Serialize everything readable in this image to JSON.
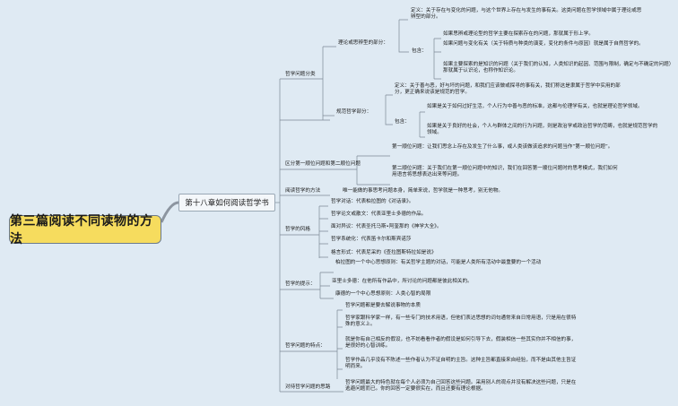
{
  "root": "第三篇阅读不同读物的方法",
  "chapter": "第十八章如何阅读哲学书",
  "branches": {
    "classify": {
      "label": "哲学问题分类",
      "theory": {
        "label": "理论或思辨型的部分：",
        "definition": "定义：关于存在与变化的问题，与这个世界上存在与发生的事有关。这类问题在哲学领域中属于理论或思辨型的部分。",
        "contains": "包含：",
        "items": [
          "如果思辨或理论型的哲学主要在探索存在的问题，那就属于形上学。",
          "如果问题与变化有关（关于特质与种类的演变，变化的条件与原因）就是属于自然哲学的。",
          "如果主要探索的是知识的问题（关于我们的认知，人类知识的起因、范围与限制，确定与不确定的问题）那就属于认识论，也称作知识论。"
        ]
      },
      "normative": {
        "label": "规范哲学部分：",
        "definition": "定义：关于善与恶，好与坏的问题，和我们应该做或探寻的事有关，我们称这是隶属于哲学中实用的部分，更正确来说该是规范的哲学。",
        "contains": "包含：",
        "items": [
          "如果是关于如何过好生活，个人行为中善与恶的标准，这都与伦理学有关，也就是理论哲学领域。",
          "如果是关于良好的社会，个人与群体之间的行为问题，则是政治学或政治哲学的范畴，也就是规范哲学的领域。"
        ]
      }
    },
    "distinguish": {
      "label": "区分第一顺位问题和第二顺位问题",
      "items": [
        "第一顺位问题：让我们思念上存在及发生了什么事，或人类该做该追求的问题当作“第一顺位问题”。",
        "第二顺位问题：关于我们在第一顺位问题中的知识，我们在回答第一顺位问题时的思考模式，我们如何用语言将思想表达出来等问题。"
      ]
    },
    "method": {
      "label": "阅读哲学的方法",
      "text": "唯一能做的事思考问题本身，简单来说，哲学就是一种思考，别无他物。"
    },
    "styles": {
      "label": "哲学的风格",
      "items": [
        "哲学对话：代表柏拉图的《对话录》。",
        "哲学论文或散文：代表亚里士多德的作品。",
        "面对异议：代表圣托马斯•阿奎那的《神学大全》。",
        "哲学系统化：代表笛卡尔和斯宾诺莎",
        "格言形式：代表尼采的《查拉图斯特拉如是说》"
      ]
    },
    "hints": {
      "label": "哲学的提示：",
      "items": [
        "柏拉图的一个中心思想原则：有关哲学主题的对话，可能是人类所有活动中最重要的一个活动",
        "亚里士多德：在他所有作品中，所讨论的问题都是彼此相关的。",
        "康德的一个中心思想原则：人类心智的局限"
      ]
    },
    "features": {
      "label": "哲学问题的特点：",
      "items": [
        "哲学问题都是要去解说事物的本质",
        "哲学家跟科学家一样，有一些专门的技术用语，但他们表达思想的词句通常来自日常用语，只是用在很特殊的意义上。",
        "就是你有自己相反的假设，也不妨看看作者的假设是如何引导下去，假装相信一些其实你并不相信的事，是很好的心智训练。",
        "哲学作品几乎没有不陈述一些作者认为不证自明的主旨。这种主旨都直接来自经验，而不是由其他主旨证明而来。"
      ]
    },
    "attitude": {
      "label": "对待哲学问题的思路",
      "text": "哲学问题最大的特色就在每个人必须为自己回答这些问题。采用别人的观点并没有解决这些问题，只是在逃避问题而已。你的回答一定要很实在，而且还要有理论根据。"
    }
  }
}
